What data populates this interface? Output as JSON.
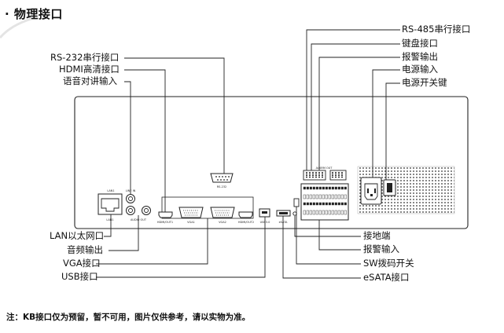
{
  "title": "· 物理接口",
  "labels_left": {
    "rs232": "RS-232串行接口",
    "hdmi": "HDMI高清接口",
    "audio_in": "语音对讲输入",
    "lan": "LAN以太网口",
    "audio_out": "音频输出",
    "vga": "VGA接口",
    "usb": "USB接口"
  },
  "labels_right": {
    "rs485": "RS-485串行接口",
    "keyboard": "键盘接口",
    "alarm_out": "报警输出",
    "power_in": "电源输入",
    "power_switch": "电源开关键",
    "ground": "接地端",
    "alarm_in": "报警输入",
    "sw_dip": "SW拨码开关",
    "esata": "eSATA接口"
  },
  "panel_text": {
    "lan1": "LAN1",
    "line_in": "LINE IN",
    "audio_out": "AUDIO OUT",
    "rs232": "RS-232",
    "hdmi_out1": "HDMI/OUT1",
    "vga1": "VGA1",
    "vga2": "VGA2",
    "hdmi_out2": "HDMI/OUT2",
    "usb": "USB3.0",
    "esata": "eSATA",
    "alarm_out": "ALARM OUT"
  },
  "note": "注：KB接口仅为预留，暂不可用，图片仅供参考，请以实物为准。"
}
